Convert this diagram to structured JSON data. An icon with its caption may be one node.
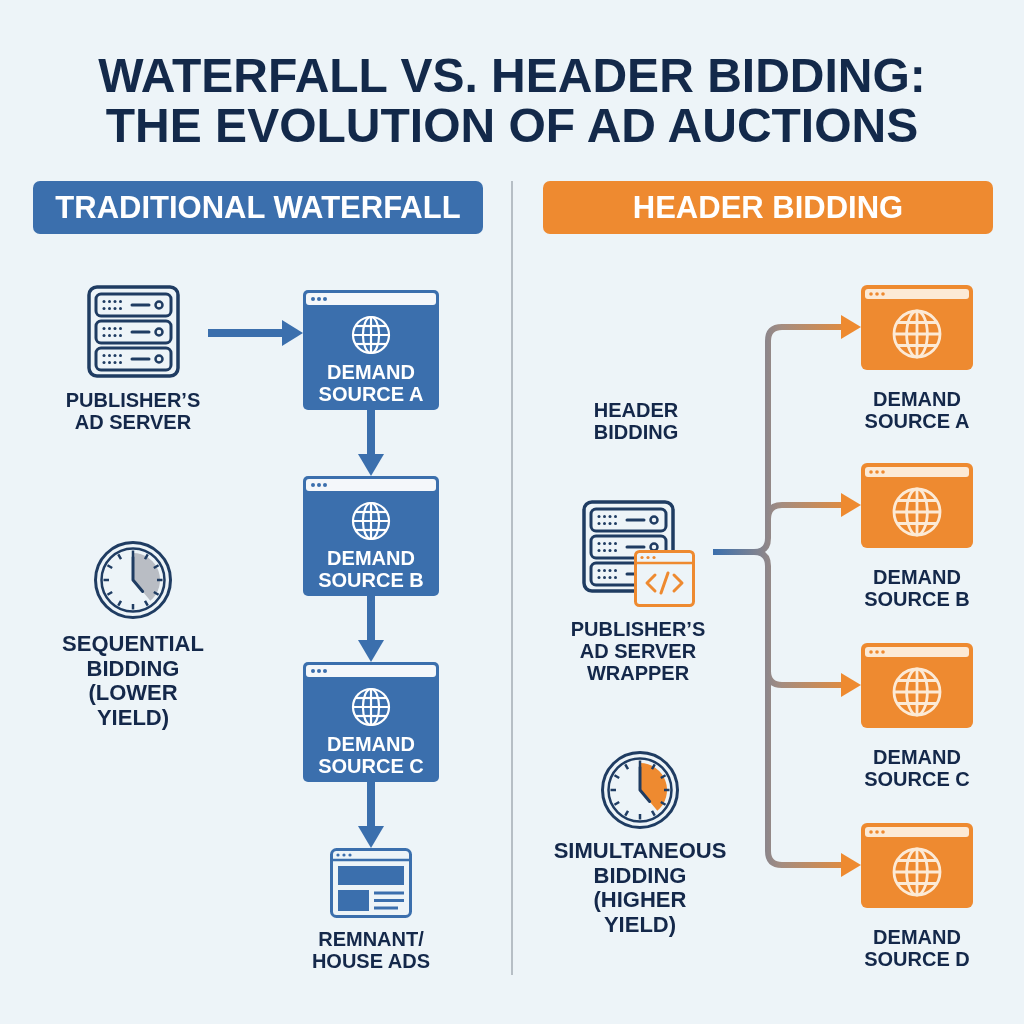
{
  "diagram": {
    "title": "WATERFALL VS. HEADER BIDDING: THE EVOLUTION OF AD AUCTIONS",
    "nodes": [
      {
        "text": [
          "TRADITIONAL WATERFALL"
        ]
      },
      {
        "text": [
          "HEADER BIDDING"
        ]
      },
      {
        "text": [
          "PUBLISHER’S AD SERVER"
        ]
      },
      {
        "text": [
          "DEMAND SOURCE A"
        ]
      },
      {
        "text": [
          "DEMAND SOURCE B"
        ]
      },
      {
        "text": [
          "DEMAND SOURCE C"
        ]
      },
      {
        "text": [
          "REMNANT/ HOUSE ADS"
        ]
      },
      {
        "text": [
          "PUBLISHER’S AD SERVER WRAPPER"
        ]
      },
      {
        "text": [
          "DEMAND SOURCE A"
        ]
      },
      {
        "text": [
          "DEMAND SOURCE B"
        ]
      },
      {
        "text": [
          "DEMAND SOURCE C"
        ]
      },
      {
        "text": [
          "DEMAND SOURCE D"
        ]
      }
    ],
    "edges": [
      {
        "from": 2,
        "to": 3,
        "arrow": "to"
      },
      {
        "from": 3,
        "to": 4,
        "arrow": "to"
      },
      {
        "from": 4,
        "to": 5,
        "arrow": "to"
      },
      {
        "from": 5,
        "to": 6,
        "arrow": "to"
      },
      {
        "from": 7,
        "to": 8,
        "arrow": "to",
        "color": "#ee8a30"
      },
      {
        "from": 7,
        "to": 9,
        "arrow": "to",
        "color": "#ee8a30"
      },
      {
        "from": 7,
        "to": 10,
        "arrow": "to",
        "color": "#ee8a30"
      },
      {
        "from": 7,
        "to": 11,
        "arrow": "to",
        "color": "#ee8a30"
      }
    ],
    "labels": [
      "SEQUENTIAL BIDDING (LOWER YIELD)",
      "HEADER BIDDING",
      "SIMULTANEOUS BIDDING (HIGHER YIELD)"
    ]
  }
}
